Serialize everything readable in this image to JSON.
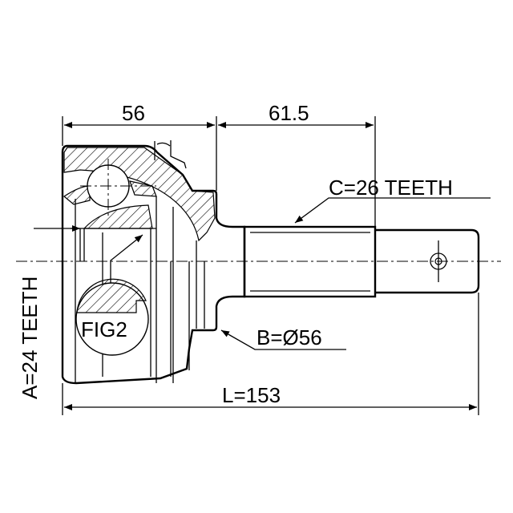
{
  "drawing": {
    "dimensions": {
      "housing_length": "56",
      "shaft_length": "61.5",
      "total_length": "L=153",
      "outer_spline": "C=26 TEETH",
      "seal_diameter": "B=Ø56",
      "inner_spline": "A=24 TEETH"
    },
    "figure_label": "FIG2"
  }
}
